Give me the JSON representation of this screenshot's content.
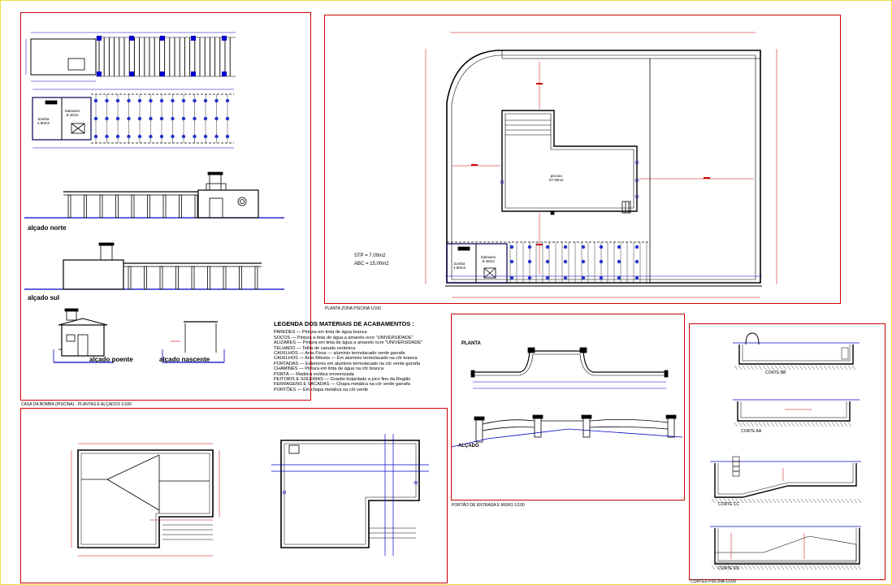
{
  "sheet": {
    "frames": {
      "pump_house": "CASA DA BOMBA (PISCINA) - PLANTAS E ALÇADOS 1/100",
      "pool_plan": "PLANTA ZONA PISCINA 1/100",
      "gate": "PORTÃO DE ENTRADA E MURO 1/100",
      "sections": "CORTES PISCINA 1/100"
    },
    "elevations": {
      "north": "alçado norte",
      "south": "alçado sul",
      "west": "alçado poente",
      "east": "alçado nascente"
    },
    "rooms": {
      "pump": "bomba",
      "pump_area": "4.80m2",
      "bath": "balneario",
      "bath_area": "8.40m2",
      "pool": "piscina",
      "pool_area": "67.00m2"
    },
    "areas": {
      "stp": "STP = 7.00m2",
      "abc": "ABC = 15.00m2"
    },
    "legend": {
      "title": "LEGENDA DOS MATERIAIS DE ACABAMENTOS :",
      "items": [
        "PAREDES — Pintura em tinta de água branca",
        "SOCOS — Pintura a tinta de água a amarelo ocre \"UNIVERSIDADE\"",
        "ALIZARES — Pintura em tinta de água a amarelo ocre \"UNIVERSIDADE\"",
        "TELHADO — Telha de canudo cerâmica",
        "CAIXILHOS — Aros Fixos — aluminio termolacado verde garrafa",
        "CAIXILHOS — Aros Móveis — Em aluminio termolacado na côr branca",
        "PORTADAS — Exteriores em aluminio termolacado na côr verde garrafa",
        "CHAMINÉS — Pintura em tinta de água na côr branca",
        "PORTA — Madeira exótica envernizada",
        "PEITORIS E SOLEIRAS — Granito bojardado a pico fino da Região",
        "FERRAGENS E SACADAS — Chapa metálica na côr verde garrafa",
        "PORTÕES — Em chapa metálica na côr verde"
      ]
    },
    "gate": {
      "plan": "PLANTA",
      "elevation": "ALÇADO"
    },
    "sections": {
      "bb": "CORTE BB",
      "aa": "CORTE AA",
      "cc": "CORTE CC",
      "dd": "CORTE DD"
    }
  }
}
